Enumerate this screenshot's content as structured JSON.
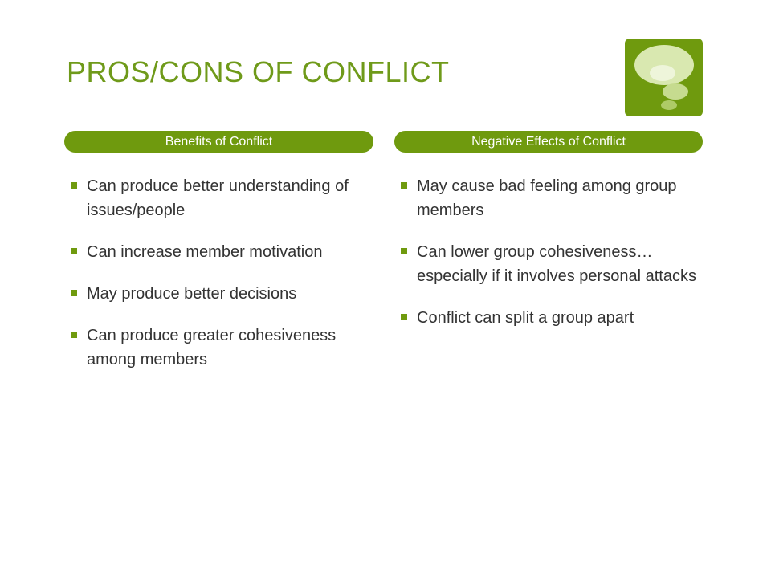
{
  "slide": {
    "title": "PROS/CONS OF CONFLICT"
  },
  "logo": {
    "icon": "thought-bubble-icon",
    "colors": {
      "background": "#6f9a0e",
      "bubble_large": "#d9e8b0",
      "bubble_mid": "#c6db8f",
      "bubble_small": "#aecb66",
      "highlight": "#eef5da"
    }
  },
  "columns": {
    "left": {
      "header": "Benefits of Conflict",
      "items": [
        "Can produce better understanding of issues/people",
        "Can increase member motivation",
        "May produce better decisions",
        "Can produce greater cohesiveness among members"
      ]
    },
    "right": {
      "header": "Negative Effects of Conflict",
      "items": [
        "May cause bad feeling among group members",
        "Can lower group cohesiveness…especially if it involves personal attacks",
        "Conflict can split a group apart"
      ]
    }
  },
  "colors": {
    "accent": "#6f9a0e",
    "title": "#6f9a1a",
    "body_text": "#333333",
    "header_text": "#ffffff"
  }
}
